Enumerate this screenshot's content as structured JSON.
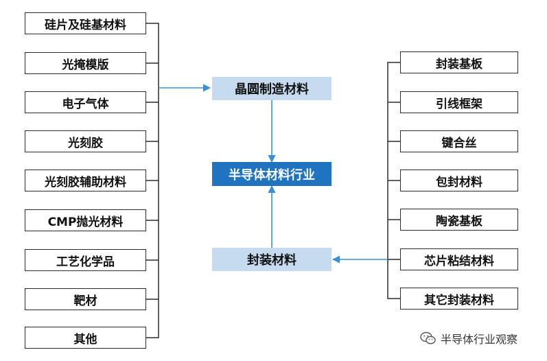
{
  "left_items": [
    "硅片及硅基材料",
    "光掩模版",
    "电子气体",
    "光刻胶",
    "光刻胶辅助材料",
    "CMP抛光材料",
    "工艺化学品",
    "靶材",
    "其他"
  ],
  "right_items": [
    "封装基板",
    "引线框架",
    "键合丝",
    "包封材料",
    "陶瓷基板",
    "芯片粘结材料",
    "其它封装材料"
  ],
  "center": {
    "top": "晶圆制造材料",
    "middle": "半导体材料行业",
    "bottom": "封装材料"
  },
  "watermark": {
    "text": "半导体行业观察",
    "icon": "wechat-icon"
  },
  "colors": {
    "accent": "#1f73bf",
    "light_node": "#c6dbef",
    "connector": "#3a8fd6",
    "box_border": "#2b2b2b"
  }
}
